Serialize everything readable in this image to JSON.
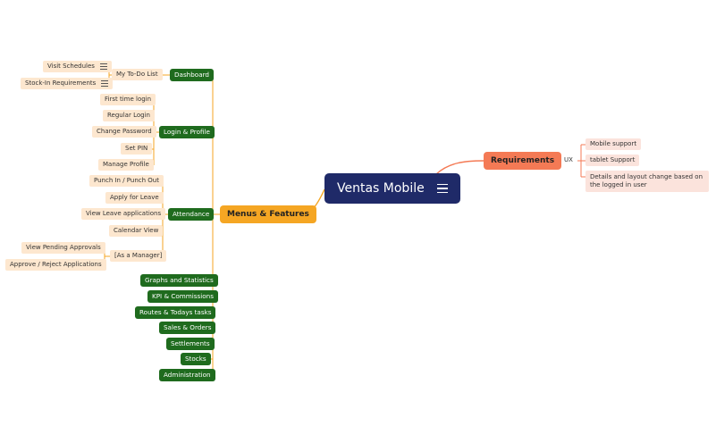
{
  "root": {
    "label": "Ventas Mobile"
  },
  "requirements": {
    "label": "Requirements",
    "ux": {
      "label": "UX",
      "items": [
        "Mobile support",
        "tablet Support",
        "Details and layout change based on the logged in user"
      ]
    }
  },
  "menus": {
    "label": "Menus & Features",
    "dashboard": {
      "label": "Dashboard",
      "todo": {
        "label": "My To-Do List",
        "items": [
          "Visit Schedules",
          "Stock-In Requirements"
        ]
      }
    },
    "login": {
      "label": "Login & Profile",
      "items": [
        "First time login",
        "Regular Login",
        "Change Password",
        "Set PIN",
        "Manage Profile"
      ]
    },
    "attendance": {
      "label": "Attendance",
      "items": [
        "Punch In / Punch Out",
        "Apply for Leave",
        "View Leave applications",
        "Calendar View"
      ],
      "manager": {
        "label": "[As a Manager]",
        "items": [
          "View Pending Approvals",
          "Approve / Reject Applications"
        ]
      }
    },
    "others": [
      "Graphs and Statistics",
      "KPI & Commissions",
      "Routes & Todays tasks",
      "Sales & Orders",
      "Settlements",
      "Stocks",
      "Administration"
    ]
  },
  "colors": {
    "root": "#1f2a68",
    "menus": "#f5a623",
    "requirements": "#f47a55",
    "green": "#1f6b1e",
    "leaf": "#fde7cf",
    "leaf_right": "#fbe3dc"
  },
  "icons": {
    "note": "notes-lines-icon"
  }
}
